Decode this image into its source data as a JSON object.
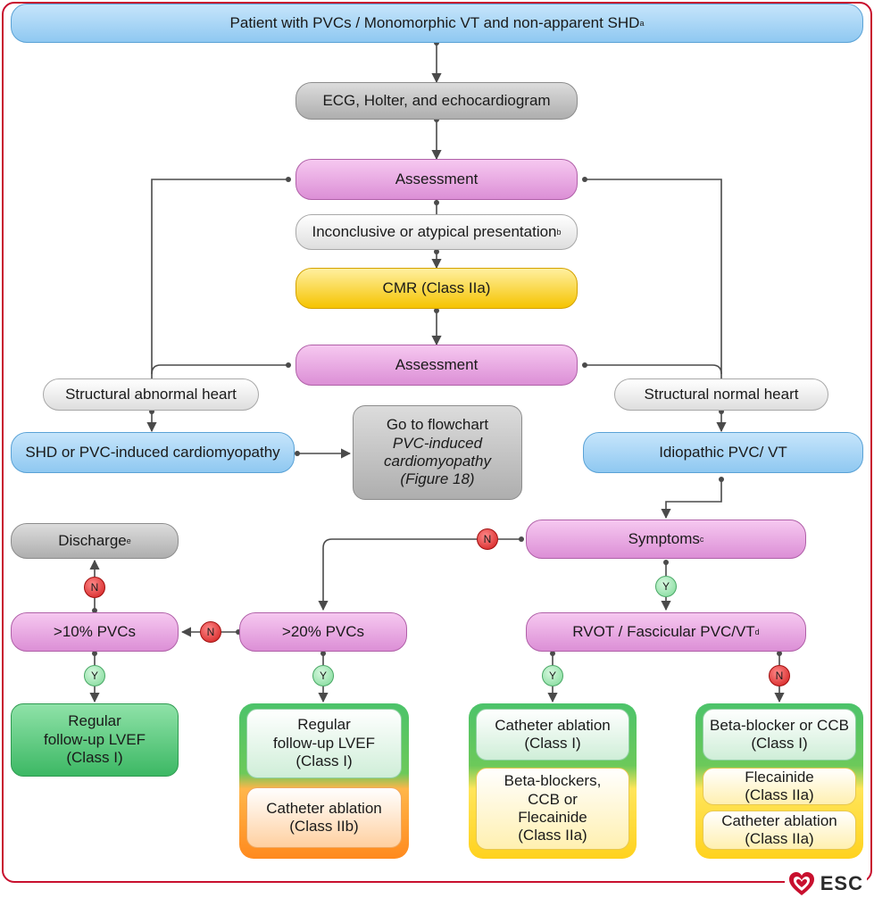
{
  "nodes": {
    "start": {
      "text": "Patient with PVCs / Monomorphic VT and non-apparent SHD",
      "sup": "a"
    },
    "ecg": {
      "text": "ECG, Holter, and echocardiogram"
    },
    "assessment1": {
      "text": "Assessment"
    },
    "inconclusive": {
      "text": "Inconclusive or atypical presentation",
      "sup": "b"
    },
    "cmr": {
      "text": "CMR (Class IIa)"
    },
    "assessment2": {
      "text": "Assessment"
    },
    "abnormal": {
      "text": "Structural abnormal heart"
    },
    "normal": {
      "text": "Structural normal heart"
    },
    "shd": {
      "text": "SHD or PVC-induced cardiomyopathy"
    },
    "goto": {
      "line1": "Go to flowchart",
      "line2": "PVC-induced",
      "line3": "cardiomyopathy",
      "line4": "(Figure 18)"
    },
    "idiopathic": {
      "text": "Idiopathic PVC/ VT"
    },
    "symptoms": {
      "text": "Symptoms",
      "sup": "c"
    },
    "discharge": {
      "text": "Discharge",
      "sup": "e"
    },
    "p10": {
      "text": ">10% PVCs"
    },
    "p20": {
      "text": ">20% PVCs"
    },
    "rvot": {
      "text": "RVOT / Fascicular PVC/VT",
      "sup": "d"
    },
    "regular1": {
      "line1": "Regular",
      "line2": "follow-up LVEF",
      "line3": "(Class I)"
    },
    "regular2": {
      "line1": "Regular",
      "line2": "follow-up LVEF",
      "line3": "(Class I)"
    },
    "ablation_iib": {
      "line1": "Catheter ablation",
      "line2": "(Class IIb)"
    },
    "ablation_i": {
      "line1": "Catheter ablation",
      "line2": "(Class I)"
    },
    "bb_ccb_fle": {
      "line1": "Beta-blockers,",
      "line2": "CCB or",
      "line3": "Flecainide",
      "line4": "(Class IIa)"
    },
    "bb_ccb": {
      "line1": "Beta-blocker or CCB",
      "line2": "(Class I)"
    },
    "flecainide": {
      "line1": "Flecainide",
      "line2": "(Class IIa)"
    },
    "ablation_iia": {
      "line1": "Catheter ablation",
      "line2": "(Class IIa)"
    }
  },
  "decisions": {
    "no": "N",
    "yes": "Y"
  },
  "logo": {
    "text": "ESC"
  },
  "colors": {
    "frame": "#c8102e",
    "wire": "#4a4a4a"
  }
}
